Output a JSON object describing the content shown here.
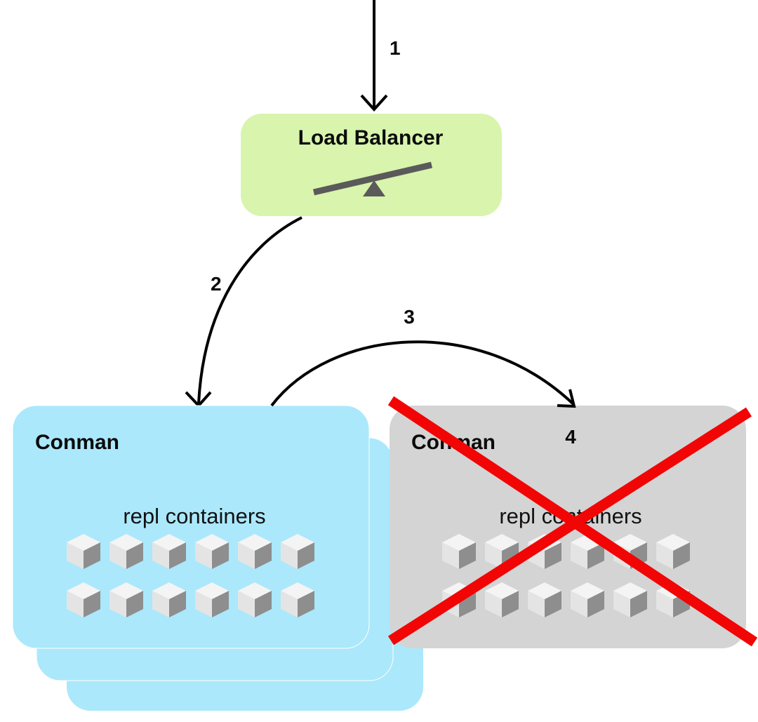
{
  "steps": {
    "one": "1",
    "two": "2",
    "three": "3",
    "four": "4"
  },
  "load_balancer": {
    "title": "Load Balancer",
    "fill": "#d8f4ad",
    "icon": "seesaw-icon"
  },
  "conman_active": {
    "title": "Conman",
    "subtitle": "repl containers",
    "fill": "#abe8fb",
    "rows": 2,
    "containers_per_row": 6,
    "status": "active"
  },
  "conman_failed": {
    "title": "Conman",
    "subtitle": "repl containers",
    "fill": "#d4d4d4",
    "rows": 2,
    "containers_per_row": 6,
    "status": "failed",
    "strike_color": "#f20505"
  },
  "colors": {
    "arrow": "#000000",
    "cube_top": "#f4f4f4",
    "cube_left": "#e4e4e4",
    "cube_right": "#8e8e8e"
  }
}
